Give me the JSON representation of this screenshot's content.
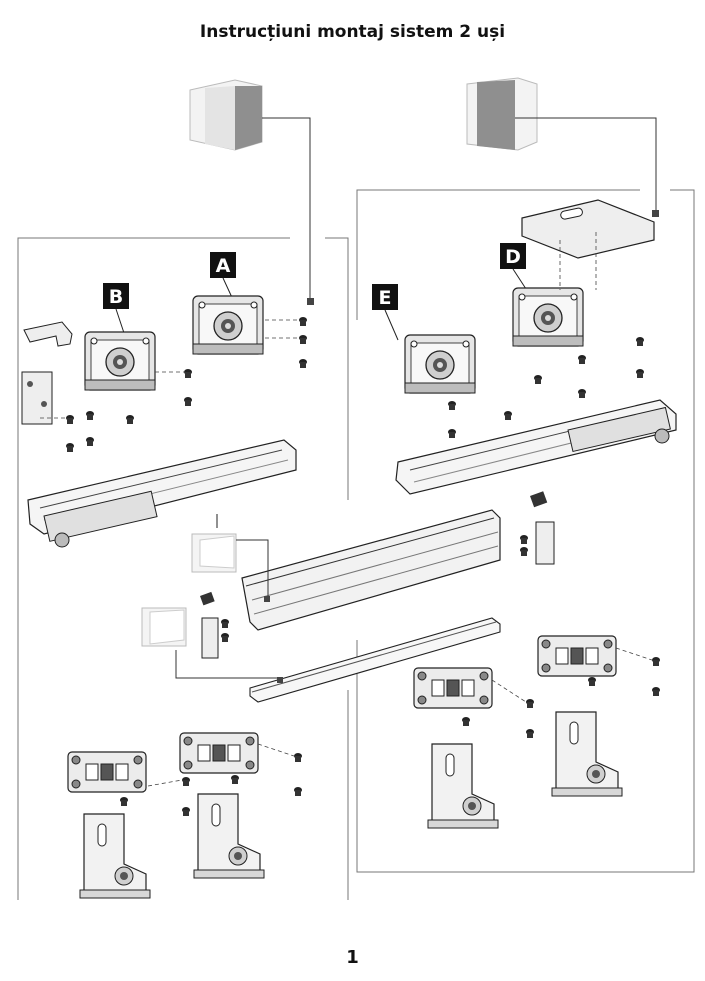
{
  "header": {
    "title": "Instrucțiuni montaj sistem 2 uși"
  },
  "labels": {
    "a": "A",
    "b": "B",
    "d": "D",
    "e": "E"
  },
  "footer": {
    "page_number": "1"
  },
  "colors": {
    "line": "#333333",
    "panel_light": "#ececec",
    "panel_dark": "#8f8f8f",
    "label_bg": "#111111"
  },
  "icons": [
    "wardrobe-door-icon",
    "screw-icon",
    "roller-carriage-icon",
    "track-rail-icon",
    "guide-bracket-icon"
  ]
}
